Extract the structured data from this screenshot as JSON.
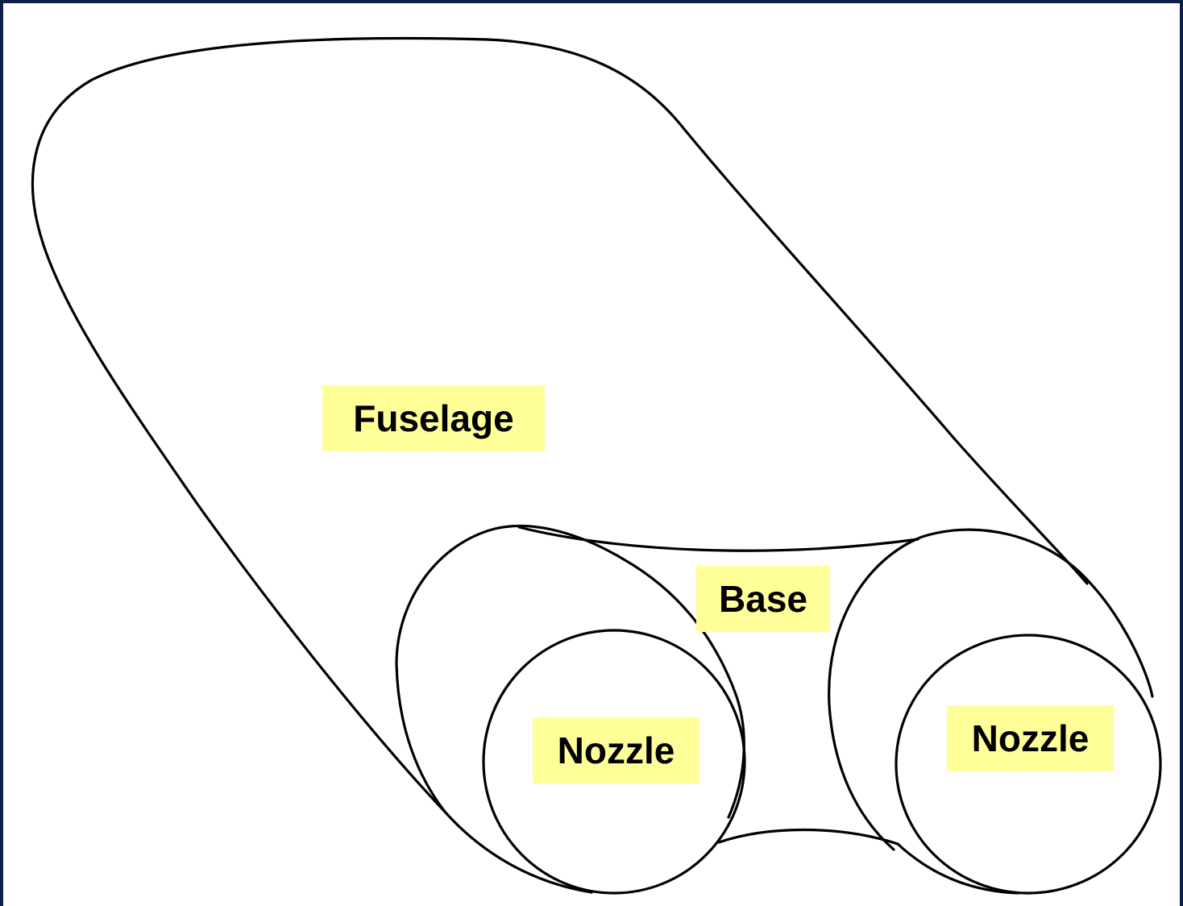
{
  "labels": {
    "fuselage": "Fuselage",
    "base": "Base",
    "nozzle_left": "Nozzle",
    "nozzle_right": "Nozzle"
  },
  "colors": {
    "label_background": "#ffff99",
    "outline": "#000000",
    "frame_border": "#0b1f4a",
    "background": "#ffffff"
  }
}
